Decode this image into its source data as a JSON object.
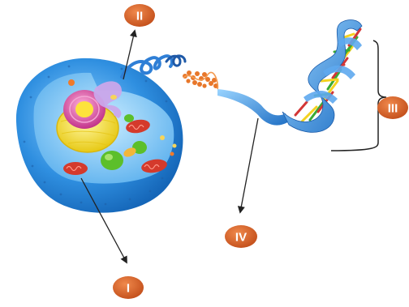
{
  "labels": {
    "l1": "I",
    "l2": "II",
    "l3": "III",
    "l4": "IV"
  },
  "colors": {
    "badge": "#d9622b",
    "cell_outer": "#2f8fe0",
    "cell_inner": "#7ec3f5",
    "dna_backbone": "#3f8fd8",
    "chromatin": "#e8772a",
    "nucleus": "#f3e33a",
    "nucleolus": "#e64aa0"
  },
  "icons": {
    "cell": "animal-cell-cutaway",
    "dna": "dna-double-helix",
    "chromosome": "coiled-chromatin"
  }
}
